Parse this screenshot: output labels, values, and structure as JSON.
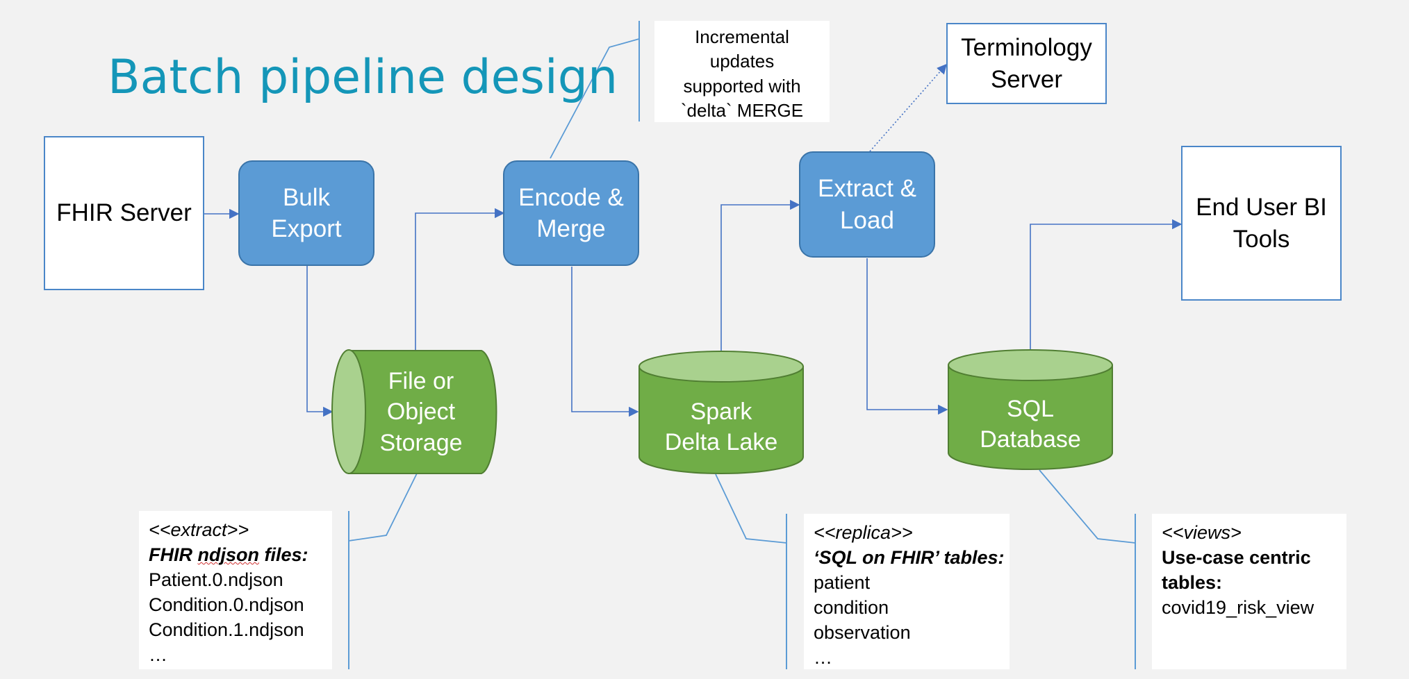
{
  "title": "Batch pipeline design",
  "nodes": {
    "fhir_server": "FHIR Server",
    "bulk_export": [
      "Bulk",
      "Export"
    ],
    "encode_merge": [
      "Encode &",
      "Merge"
    ],
    "extract_load": [
      "Extract &",
      "Load"
    ],
    "terminology_server": [
      "Terminology",
      "Server"
    ],
    "end_user_bi": [
      "End User BI",
      "Tools"
    ],
    "file_storage": [
      "File or",
      "Object",
      "Storage"
    ],
    "spark_delta": [
      "Spark",
      "Delta Lake"
    ],
    "sql_database": [
      "SQL",
      "Database"
    ]
  },
  "notes": {
    "incremental": [
      "Incremental",
      "updates",
      "supported with",
      "`delta` MERGE"
    ],
    "extract": {
      "stereotype": "<<extract>>",
      "heading_pre": "FHIR ",
      "heading_word": "ndjson",
      "heading_post": " files:",
      "items": [
        "Patient.0.ndjson",
        "Condition.0.ndjson",
        "Condition.1.ndjson",
        "…"
      ]
    },
    "replica": {
      "stereotype": "<<replica>>",
      "heading": "‘SQL on FHIR’ tables:",
      "items": [
        "patient",
        "condition",
        "observation",
        "…"
      ]
    },
    "views": {
      "stereotype": "<<views>",
      "heading": [
        "Use-case centric",
        "tables:"
      ],
      "items": [
        "covid19_risk_view"
      ]
    }
  },
  "colors": {
    "title": "#1496b8",
    "process_fill": "#5b9bd5",
    "storage_fill": "#70ad47",
    "storage_top": "#a9d18e",
    "connector": "#4472c4"
  }
}
